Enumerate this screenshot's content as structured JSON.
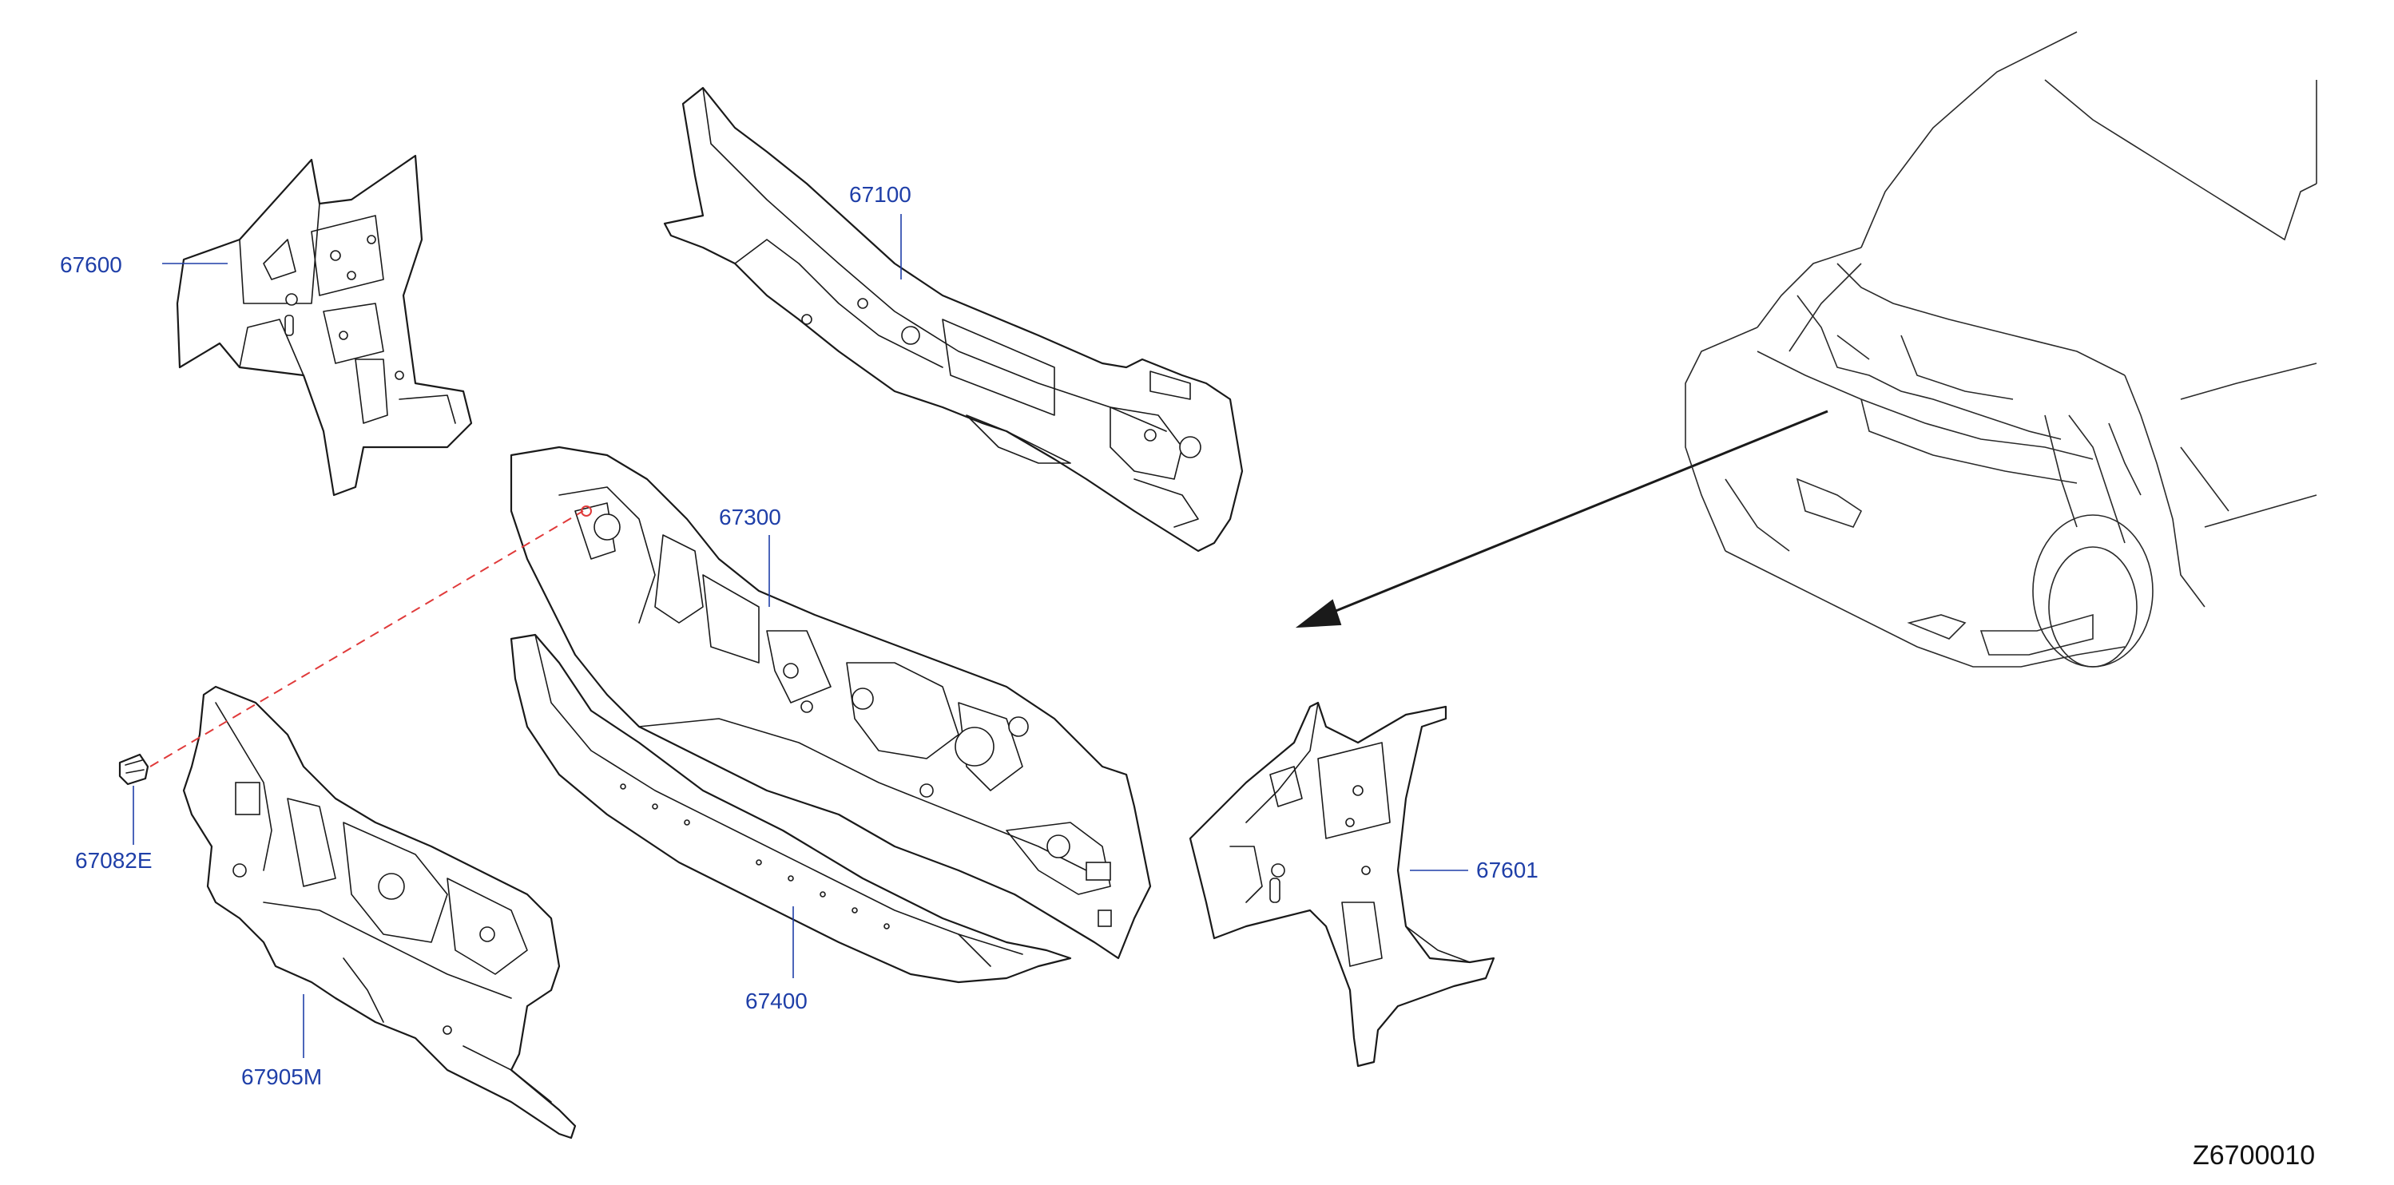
{
  "diagram_code": "Z6700010",
  "parts": [
    {
      "number": "67600"
    },
    {
      "number": "67100"
    },
    {
      "number": "67300"
    },
    {
      "number": "67082E"
    },
    {
      "number": "67905M"
    },
    {
      "number": "67400"
    },
    {
      "number": "67601"
    }
  ],
  "colors": {
    "label": "#1f3fa8",
    "line_art": "#1a1a1a",
    "dashed_link": "#e03a3a",
    "background": "#ffffff"
  }
}
